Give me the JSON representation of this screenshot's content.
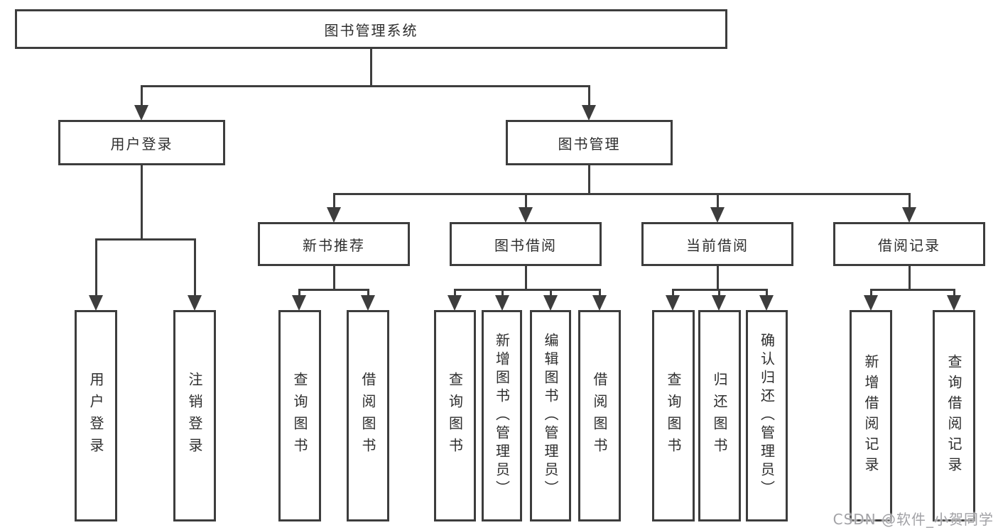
{
  "diagram": {
    "root": {
      "label": "图书管理系统"
    },
    "level2": [
      {
        "label": "用户登录"
      },
      {
        "label": "图书管理"
      }
    ],
    "level3": [
      {
        "label": "新书推荐"
      },
      {
        "label": "图书借阅"
      },
      {
        "label": "当前借阅"
      },
      {
        "label": "借阅记录"
      }
    ],
    "leaves": [
      {
        "label": "用户登录"
      },
      {
        "label": "注销登录"
      },
      {
        "label": "查询图书"
      },
      {
        "label": "借阅图书"
      },
      {
        "label": "查询图书"
      },
      {
        "label": "新增图书（管理员）"
      },
      {
        "label": "编辑图书（管理员）"
      },
      {
        "label": "借阅图书"
      },
      {
        "label": "查询图书"
      },
      {
        "label": "归还图书"
      },
      {
        "label": "确认归还（管理员）"
      },
      {
        "label": "新增借阅记录"
      },
      {
        "label": "查询借阅记录"
      }
    ],
    "watermark": "CSDN @软件_小贺同学",
    "colors": {
      "line": "#3d3d3d",
      "text": "#2e2e2e",
      "watermark": "#a2a2a6",
      "background": "#ffffff"
    }
  }
}
